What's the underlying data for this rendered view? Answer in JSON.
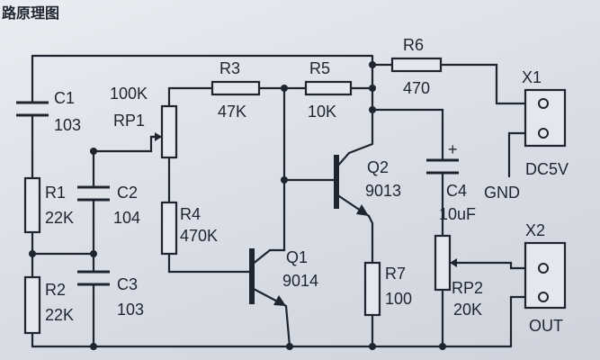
{
  "title": "路原理图",
  "components": {
    "C1": {
      "ref": "C1",
      "value": "103"
    },
    "R1": {
      "ref": "R1",
      "value": "22K"
    },
    "R2": {
      "ref": "R2",
      "value": "22K"
    },
    "C2": {
      "ref": "C2",
      "value": "104"
    },
    "C3": {
      "ref": "C3",
      "value": "103"
    },
    "RP1": {
      "ref": "RP1",
      "value": "100K"
    },
    "R3": {
      "ref": "R3",
      "value": "47K"
    },
    "R4": {
      "ref": "R4",
      "value": "470K"
    },
    "R5": {
      "ref": "R5",
      "value": "10K"
    },
    "R6": {
      "ref": "R6",
      "value": "470"
    },
    "R7": {
      "ref": "R7",
      "value": "100"
    },
    "Q1": {
      "ref": "Q1",
      "value": "9014"
    },
    "Q2": {
      "ref": "Q2",
      "value": "9013"
    },
    "C4": {
      "ref": "C4",
      "value": "10uF",
      "polarity": "+"
    },
    "RP2": {
      "ref": "RP2",
      "value": "20K"
    },
    "X1": {
      "ref": "X1",
      "label": "DC5V",
      "gnd": "GND"
    },
    "X2": {
      "ref": "X2",
      "label": "OUT"
    }
  }
}
